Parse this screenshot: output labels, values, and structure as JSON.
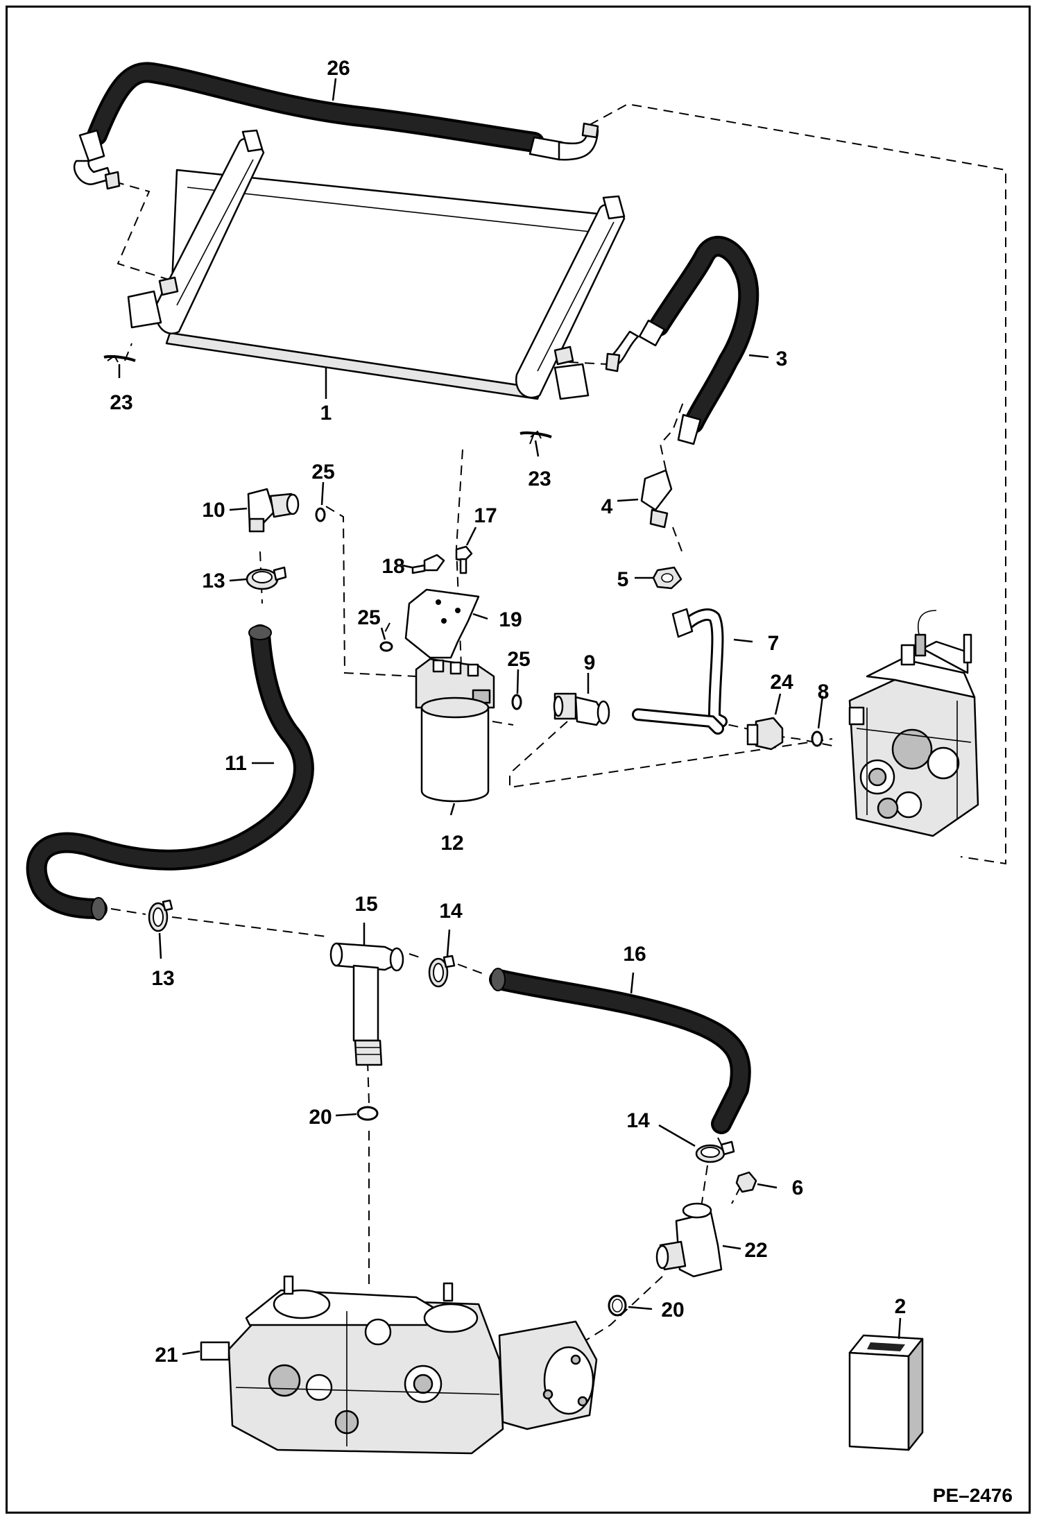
{
  "diagram": {
    "callouts": [
      {
        "id": "c26",
        "label": "26"
      },
      {
        "id": "c1",
        "label": "1"
      },
      {
        "id": "c23a",
        "label": "23"
      },
      {
        "id": "c23b",
        "label": "23"
      },
      {
        "id": "c3",
        "label": "3"
      },
      {
        "id": "c4",
        "label": "4"
      },
      {
        "id": "c5",
        "label": "5"
      },
      {
        "id": "c7",
        "label": "7"
      },
      {
        "id": "c24",
        "label": "24"
      },
      {
        "id": "c8",
        "label": "8"
      },
      {
        "id": "c10",
        "label": "10"
      },
      {
        "id": "c25a",
        "label": "25"
      },
      {
        "id": "c13a",
        "label": "13"
      },
      {
        "id": "c18",
        "label": "18"
      },
      {
        "id": "c17",
        "label": "17"
      },
      {
        "id": "c19",
        "label": "19"
      },
      {
        "id": "c25b",
        "label": "25"
      },
      {
        "id": "c25c",
        "label": "25"
      },
      {
        "id": "c9",
        "label": "9"
      },
      {
        "id": "c11",
        "label": "11"
      },
      {
        "id": "c12",
        "label": "12"
      },
      {
        "id": "c13b",
        "label": "13"
      },
      {
        "id": "c15",
        "label": "15"
      },
      {
        "id": "c14a",
        "label": "14"
      },
      {
        "id": "c16",
        "label": "16"
      },
      {
        "id": "c20a",
        "label": "20"
      },
      {
        "id": "c14b",
        "label": "14"
      },
      {
        "id": "c6",
        "label": "6"
      },
      {
        "id": "c22",
        "label": "22"
      },
      {
        "id": "c20b",
        "label": "20"
      },
      {
        "id": "c21",
        "label": "21"
      },
      {
        "id": "c2",
        "label": "2"
      }
    ],
    "figure_code": "PE–2476"
  }
}
